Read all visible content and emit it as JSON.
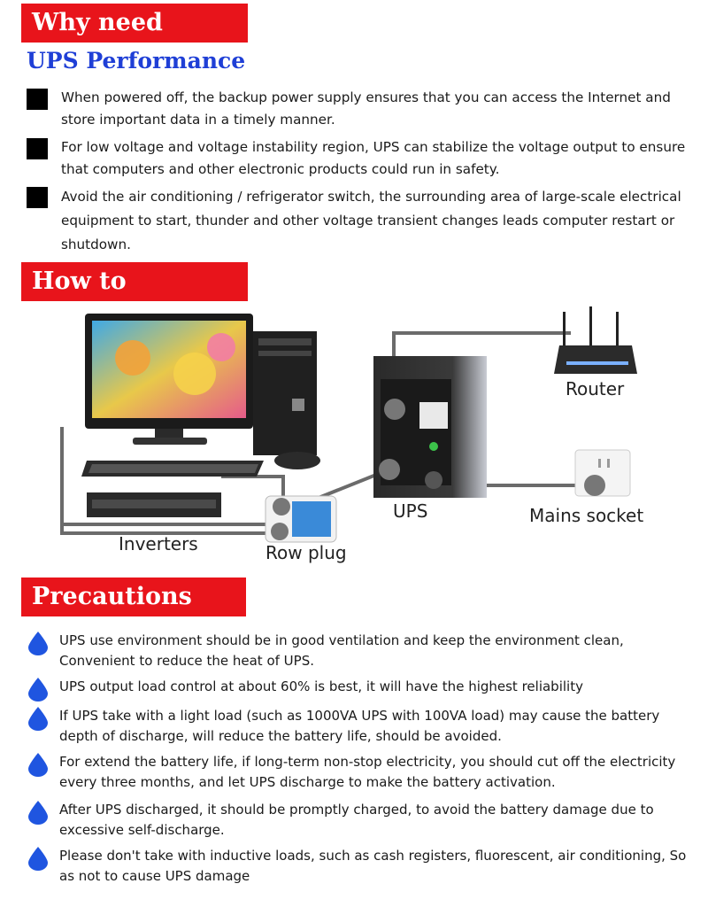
{
  "sections": {
    "why": {
      "title": "Why need UPS?"
    },
    "performance": {
      "subtitle": "UPS Performance",
      "items": [
        "When powered off, the backup power supply ensures that you can access the Internet and store important data in a timely manner.",
        "For low voltage and voltage instability region, UPS can stabilize the voltage output to ensure that computers and other electronic products could run in safety.",
        "Avoid the air conditioning / refrigerator switch, the surrounding area of large-scale electrical equipment to start, thunder and other voltage transient changes leads computer restart or shutdown."
      ]
    },
    "connect": {
      "title": "How to connect?",
      "labels": {
        "router": "Router",
        "ups": "UPS",
        "mains": "Mains socket",
        "inverters": "Inverters",
        "rowplug": "Row plug"
      }
    },
    "precautions": {
      "title": "Precautions",
      "items": [
        "UPS use environment should be in good ventilation and keep the environment clean, Convenient to reduce the heat of UPS.",
        "UPS output load control at about 60% is best, it will have the highest reliability",
        "If UPS take with a light load (such as 1000VA UPS with 100VA load) may cause the battery depth of discharge, will reduce the battery life, should be avoided.",
        "For extend the battery life, if long-term non-stop electricity, you should cut off the electricity every three months, and let UPS discharge to make the battery activation.",
        "After UPS discharged, it should be promptly charged, to avoid the battery damage due to excessive self-discharge.",
        "Please don't take with inductive loads, such as cash registers, fluorescent, air conditioning, So as not to cause UPS damage"
      ]
    }
  },
  "colors": {
    "banner": "#e8141b",
    "subtitle": "#1f3fd6",
    "bullet_square": "#000000",
    "bullet_drop": "#1f55e0"
  },
  "icons": {
    "performance_bullet": "black-square-icon",
    "precaution_bullet": "blue-drop-icon"
  }
}
